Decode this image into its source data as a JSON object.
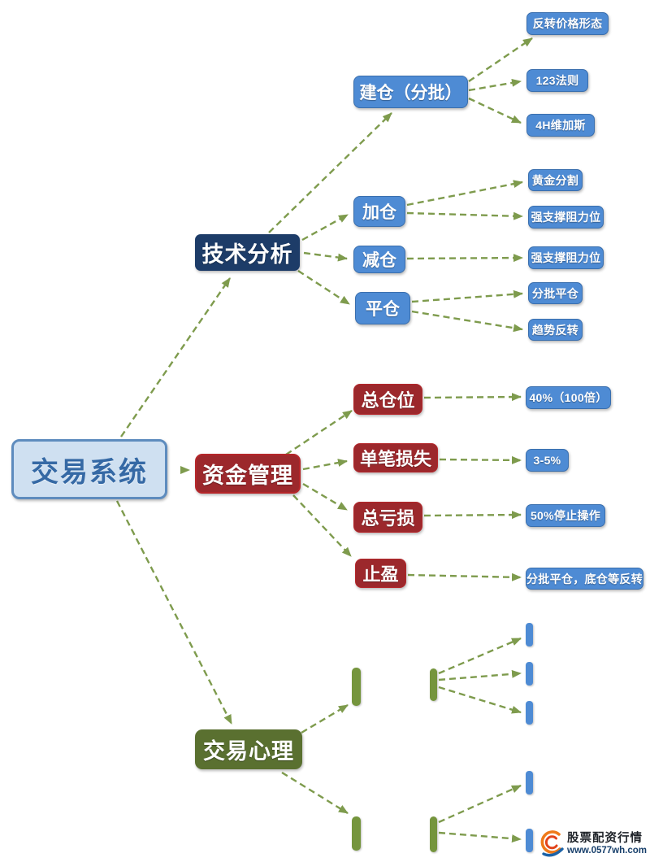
{
  "colors": {
    "root_fill": "#cfe0f1",
    "root_border": "#5e8cbe",
    "root_text": "#3569a5",
    "navy": "#1d3c68",
    "blue": "#4e8bd4",
    "red": "#9c282c",
    "red_border": "#b5262a",
    "green_dark": "#5a7030",
    "green_bar": "#75953d",
    "arrow": "#7e9b4d",
    "watermark_title": "#1f2329",
    "watermark_url": "#173f6b"
  },
  "root": {
    "label": "交易系统"
  },
  "branches": {
    "technical": {
      "label": "技术分析",
      "children": [
        {
          "label": "建仓（分批）",
          "leaves": [
            "反转价格形态",
            "123法则",
            "4H维加斯"
          ]
        },
        {
          "label": "加仓",
          "leaves": [
            "黄金分割",
            "强支撑阻力位"
          ]
        },
        {
          "label": "减仓",
          "leaves": [
            "强支撑阻力位"
          ]
        },
        {
          "label": "平仓",
          "leaves": [
            "分批平仓",
            "趋势反转"
          ]
        }
      ]
    },
    "money": {
      "label": "资金管理",
      "children": [
        {
          "label": "总仓位",
          "leaves": [
            "40%（100倍）"
          ]
        },
        {
          "label": "单笔损失",
          "leaves": [
            "3-5%"
          ]
        },
        {
          "label": "总亏损",
          "leaves": [
            "50%停止操作"
          ]
        },
        {
          "label": "止盈",
          "leaves": [
            "分批平仓，底仓等反转"
          ]
        }
      ]
    },
    "psychology": {
      "label": "交易心理"
    }
  },
  "watermark": {
    "title": "股票配资行情",
    "url": "www.0577wh.com"
  }
}
